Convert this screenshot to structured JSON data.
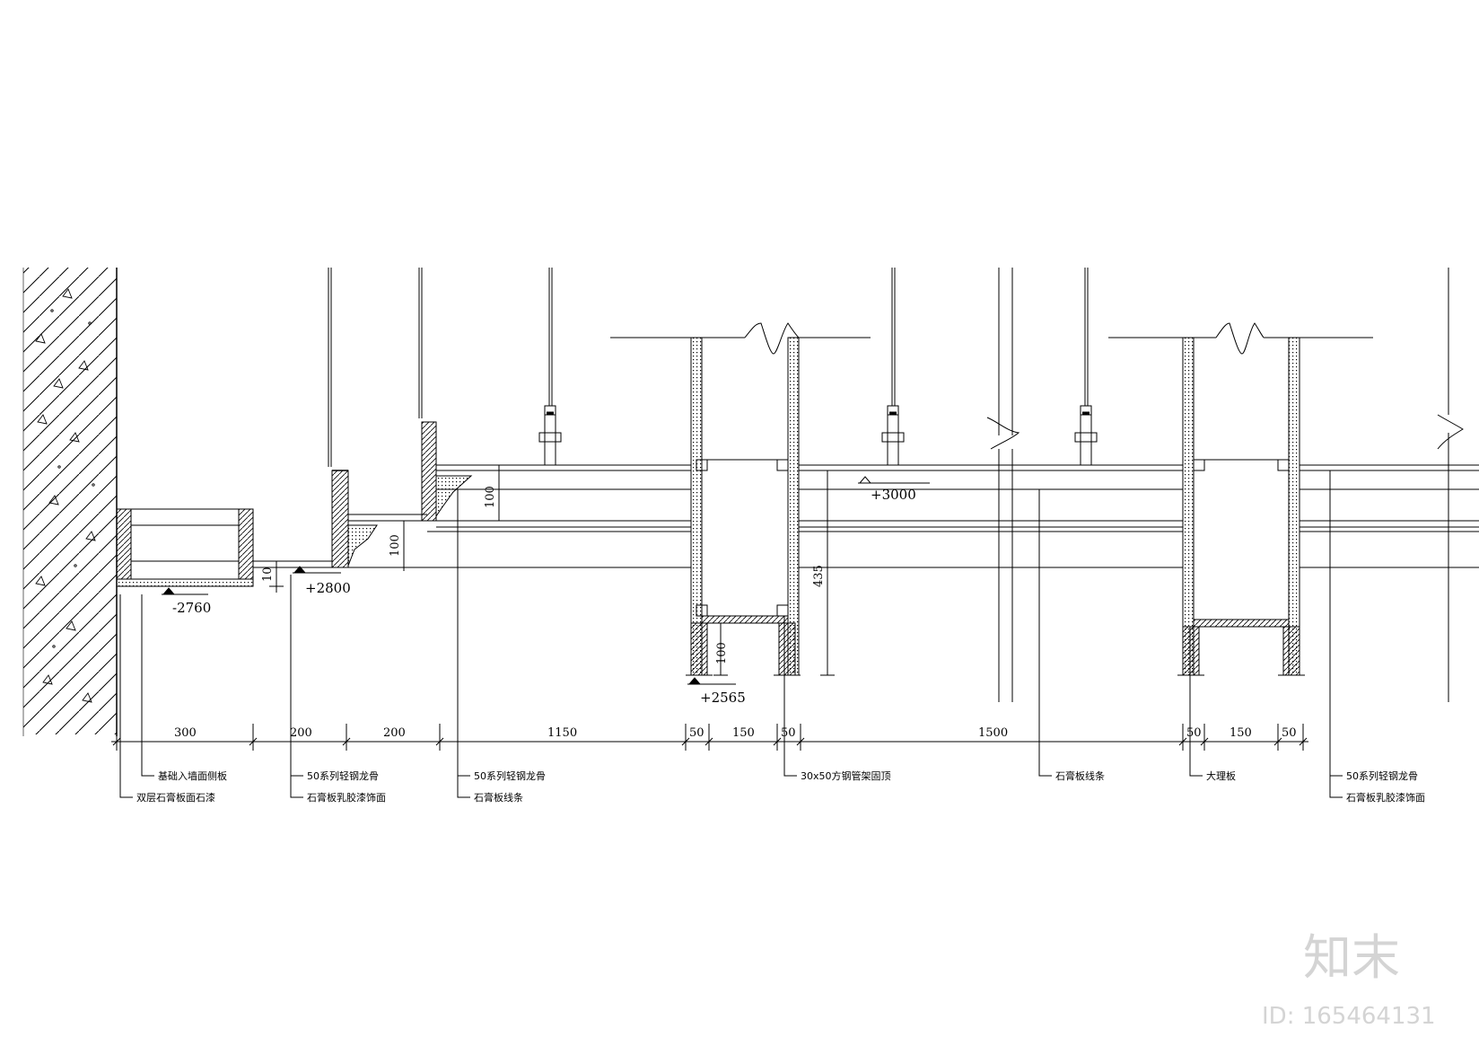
{
  "drawing": {
    "elevations": {
      "e2760": "-2760",
      "e2800": "+2800",
      "e3000": "+3000",
      "e2565": "+2565"
    },
    "local_dims": {
      "d10": "10",
      "d100_a": "100",
      "d100_b": "100",
      "d435": "435",
      "d100_c": "100"
    },
    "dimension_chain": [
      "300",
      "200",
      "200",
      "1150",
      "50",
      "150",
      "50",
      "1500",
      "50",
      "150",
      "50"
    ],
    "notes": {
      "n1_top": "基础入墙面侧板",
      "n1_bottom": "双层石膏板面石漆",
      "n2_top": "50系列轻钢龙骨",
      "n2_bottom": "石膏板乳胶漆饰面",
      "n3_top": "50系列轻钢龙骨",
      "n3_bottom": "石膏板线条",
      "n4_top": "30x50方钢管架固顶",
      "n5_top": "石膏板线条",
      "n6_top": "大理板",
      "n7_top": "50系列轻钢龙骨",
      "n7_bottom": "石膏板乳胶漆饰面"
    }
  },
  "watermark": {
    "logo_text": "知末",
    "id_text": "ID: 165464131"
  }
}
